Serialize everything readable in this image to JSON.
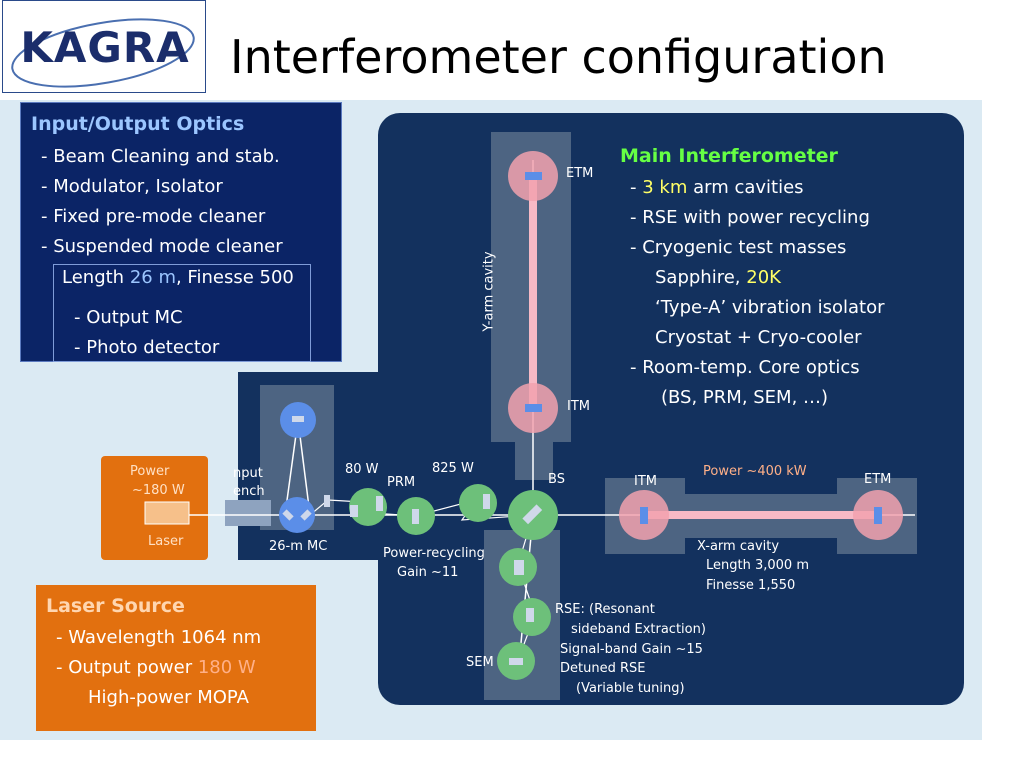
{
  "header": {
    "logo_text": "KAGRA",
    "title": "Interferometer configuration"
  },
  "io_optics": {
    "heading": "Input/Output  Optics",
    "items": [
      "- Beam Cleaning and stab.",
      "- Modulator, Isolator",
      "- Fixed pre-mode cleaner",
      "- Suspended mode cleaner"
    ],
    "mc_length_prefix": "Length ",
    "mc_length_value": "26 m",
    "mc_finesse": ", Finesse 500",
    "output_items": [
      "- Output MC",
      "- Photo detector"
    ]
  },
  "main_ifo": {
    "heading": "Main Interferometer",
    "arm_prefix": "- ",
    "arm_value": "3 km",
    "arm_suffix": " arm cavities",
    "items": [
      "- RSE with power recycling",
      "- Cryogenic test masses"
    ],
    "sapphire_prefix": "Sapphire, ",
    "sapphire_value": "20K",
    "more_items": [
      "‘Type-A’ vibration isolator",
      "Cryostat + Cryo-cooler",
      "- Room-temp. Core optics",
      "(BS, PRM, SEM, …)"
    ]
  },
  "laser_source": {
    "heading": "Laser Source",
    "wavelength": "- Wavelength 1064 nm",
    "power_prefix": "- Output power ",
    "power_value": "180 W",
    "mopa": "High-power MOPA"
  },
  "diagram": {
    "laser_power_label": "Power",
    "laser_power_value": "~180 W",
    "laser_label": "Laser",
    "input_bench_1": "nput",
    "input_bench_2": "ench",
    "mc_label": "26-m MC",
    "power_80": "80 W",
    "power_825": "825 W",
    "prm_label": "PRM",
    "bs_label": "BS",
    "pr_gain_1": "Power-recycling",
    "pr_gain_2": "Gain ~11",
    "y_arm_label": "Y-arm cavity",
    "etm_y": "ETM",
    "itm_y": "ITM",
    "itm_x": "ITM",
    "etm_x": "ETM",
    "arm_power": "Power  ~400 kW",
    "x_arm_1": "X-arm cavity",
    "x_arm_2": "Length  3,000 m",
    "x_arm_3": "Finesse 1,550",
    "rse_1": "RSE: (Resonant",
    "rse_2": "sideband Extraction)",
    "rse_3": "Signal-band Gain ~15",
    "rse_4": "Detuned RSE",
    "rse_5": "(Variable tuning)",
    "sem_label": "SEM"
  },
  "colors": {
    "dark_panel": "#13315e",
    "io_panel": "#0b2466",
    "orange": "#e2700f",
    "green_heading": "#66ff44",
    "blue_value": "#9cc6ff",
    "yellow_value": "#ffff66"
  }
}
